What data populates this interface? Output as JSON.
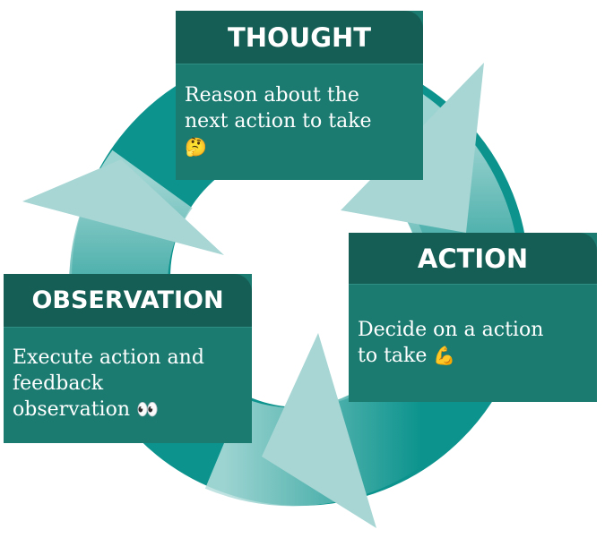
{
  "colors": {
    "ring_dark": "#0c938d",
    "arrow_light": "#a7d6d4",
    "card_header": "#155e55",
    "card_body": "#1b7b70",
    "text": "#ffffff"
  },
  "thought": {
    "title": "THOUGHT",
    "line1": "Reason about the",
    "line2": "next action to take",
    "emoji": "🤔"
  },
  "action": {
    "title": "ACTION",
    "line1": "Decide on a action",
    "line2": "to take",
    "emoji": "💪"
  },
  "observation": {
    "title": "OBSERVATION",
    "line1": "Execute action and",
    "line2": "feedback",
    "line3": "observation",
    "emoji": "👀"
  }
}
